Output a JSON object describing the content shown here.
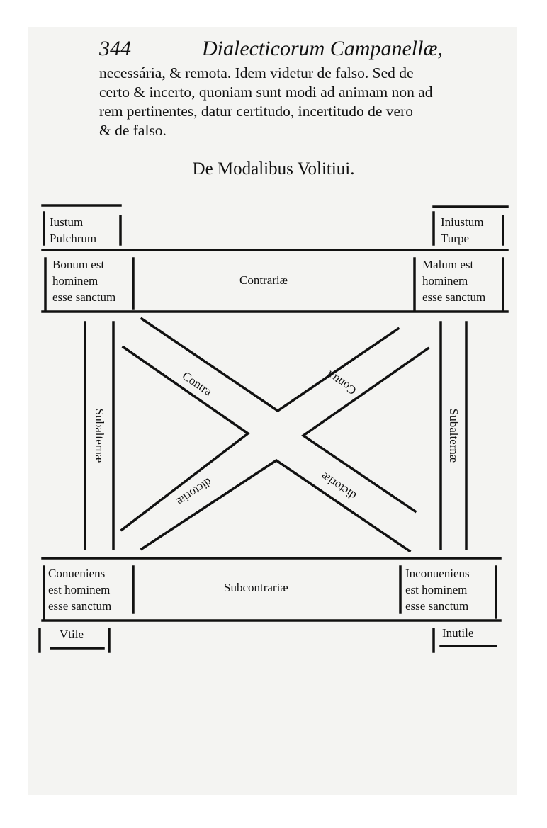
{
  "header": {
    "page_number": "344",
    "running_title": "Dialecticorum Campanellæ,"
  },
  "body_lines": [
    "necessária, & remota. Idem videtur de falso.  Sed de",
    "certo & incerto, quoniam sunt modi ad animam non ad",
    "rem pertinentes, datur certitudo, incertitudo de vero",
    "& de falso."
  ],
  "section_title": "De Modalibus Volitiui.",
  "diagram": {
    "top_left_outer": [
      "Iustum",
      "Pulchrum"
    ],
    "top_right_outer": [
      "Iniustum",
      "Turpe"
    ],
    "top_left": [
      "Bonum est",
      "hominem",
      "esse sanctum"
    ],
    "top_right": [
      "Malum est",
      "hominem",
      "esse sanctum"
    ],
    "bottom_left": [
      "Conueniens",
      "est hominem",
      "esse sanctum"
    ],
    "bottom_right": [
      "Inconueniens",
      "est hominem",
      "esse sanctum"
    ],
    "bottom_left_outer": "Vtile",
    "bottom_right_outer": "Inutile",
    "top_relation": "Contrariæ",
    "bottom_relation": "Subcontrariæ",
    "left_relation": "Subalternæ",
    "right_relation": "Subalternæ",
    "diag_upper_left": "Contra",
    "diag_upper_right": "Contra",
    "diag_lower_left": "dictoriæ",
    "diag_lower_right": "dictoriæ"
  }
}
